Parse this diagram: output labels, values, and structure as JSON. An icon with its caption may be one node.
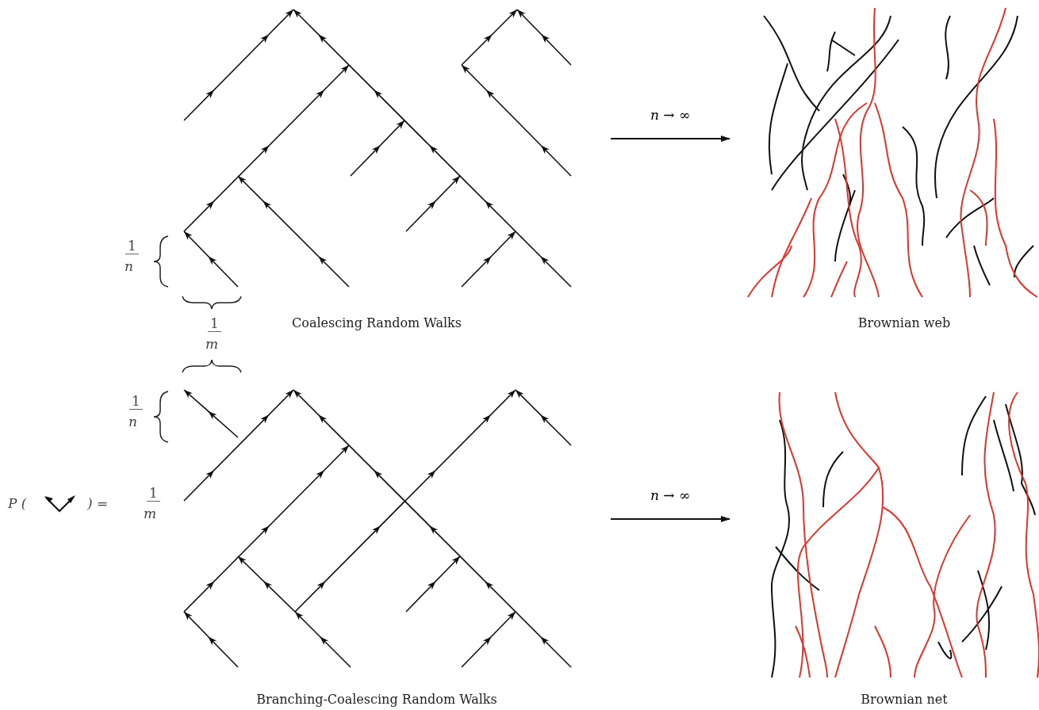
{
  "diagram": {
    "nodes": [
      {
        "text": [
          "Coalescing Random Walks"
        ]
      },
      {
        "text": [
          "Brownian web"
        ]
      },
      {
        "text": [
          "Branching-Coalescing Random Walks"
        ]
      },
      {
        "text": [
          "Brownian net"
        ]
      }
    ],
    "edges": [
      {
        "from": 0,
        "to": 1,
        "arrow": "to",
        "label": "n → ∞"
      },
      {
        "from": 2,
        "to": 3,
        "arrow": "to",
        "label": "n → ∞"
      }
    ],
    "labels": [
      "1",
      "n",
      "1",
      "m",
      "1",
      "n",
      "P (",
      ") =",
      "1",
      "m"
    ]
  }
}
